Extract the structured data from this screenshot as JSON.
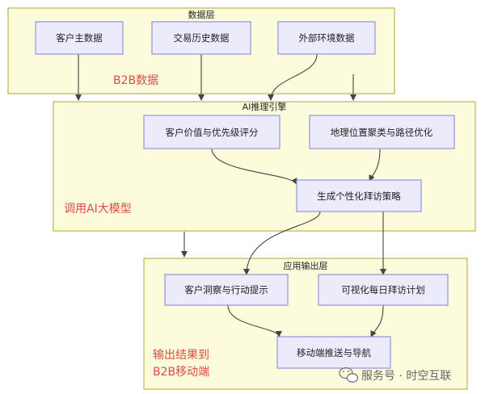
{
  "layers": {
    "data": "数据层",
    "ai": "AI推理引擎",
    "app": "应用输出层"
  },
  "nodes": {
    "customer_master": "客户主数据",
    "transaction_history": "交易历史数据",
    "external_env": "外部环境数据",
    "customer_value": "客户价值与优先级评分",
    "geo_cluster": "地理位置聚类与路径优化",
    "personalized_plan": "生成个性化拜访策略",
    "customer_insight": "客户洞察与行动提示",
    "visual_plan": "可视化每日拜访计划",
    "mobile_push": "移动端推送与导航"
  },
  "annotations": {
    "b2b_data": "B2B数据",
    "call_ai": "调用AI大模型",
    "output_line1": "输出结果到",
    "output_line2": "B2B移动端"
  },
  "watermark": {
    "text": "服务号 · 时空互联",
    "icon": "wechat-icon"
  },
  "colors": {
    "layer_fill": "#fcfbdc",
    "layer_stroke": "#b9b84c",
    "node_fill": "#ecebfb",
    "node_stroke": "#9392dc",
    "annotation": "#e04a47",
    "edge": "#444444"
  }
}
